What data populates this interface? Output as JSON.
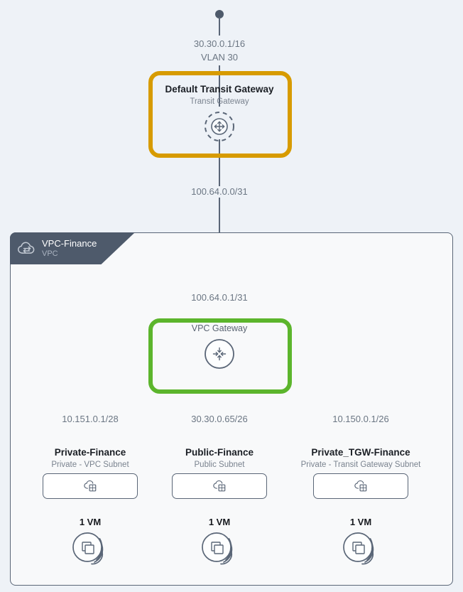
{
  "diagram": {
    "type": "network-topology",
    "background_color": "#eef2f7",
    "accent_colors": {
      "transit_gateway": "#d79b00",
      "vpc_gateway": "#5cb52c",
      "line": "#5a6677",
      "header": "#4e5a6b"
    }
  },
  "uplink": {
    "cidr": "30.30.0.1/16",
    "vlan": "VLAN 30"
  },
  "transit_gateway": {
    "title": "Default Transit Gateway",
    "subtitle": "Transit Gateway",
    "icon": "transit-gateway-icon",
    "downlink_cidr": "100.64.0.0/31"
  },
  "vpc": {
    "name": "VPC-Finance",
    "type_label": "VPC",
    "icon": "vpc-cloud-icon",
    "uplink_cidr": "100.64.0.1/31",
    "gateway": {
      "label": "VPC Gateway",
      "icon": "vpc-gateway-icon"
    }
  },
  "subnets": [
    {
      "cidr": "10.151.0.1/28",
      "name": "Private-Finance",
      "type": "Private - VPC Subnet",
      "icon": "subnet-cloud-icon",
      "vm_label": "1 VM",
      "vm_icon": "vm-stack-icon"
    },
    {
      "cidr": "30.30.0.65/26",
      "name": "Public-Finance",
      "type": "Public Subnet",
      "icon": "subnet-cloud-icon",
      "vm_label": "1 VM",
      "vm_icon": "vm-stack-icon"
    },
    {
      "cidr": "10.150.0.1/26",
      "name": "Private_TGW-Finance",
      "type": "Private - Transit Gateway Subnet",
      "icon": "subnet-cloud-icon",
      "vm_label": "1 VM",
      "vm_icon": "vm-stack-icon"
    }
  ]
}
